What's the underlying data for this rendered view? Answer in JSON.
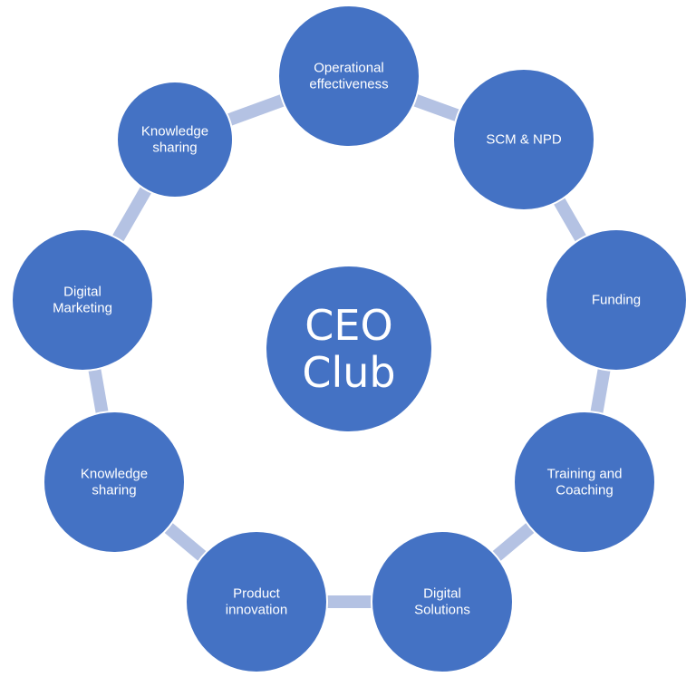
{
  "center": {
    "lines": [
      "CEO",
      "Club"
    ]
  },
  "nodes": [
    {
      "lines": [
        "Operational",
        "effectiveness"
      ]
    },
    {
      "lines": [
        "SCM & NPD"
      ]
    },
    {
      "lines": [
        "Funding"
      ]
    },
    {
      "lines": [
        "Training and",
        "Coaching"
      ]
    },
    {
      "lines": [
        "Digital",
        "Solutions"
      ]
    },
    {
      "lines": [
        "Product",
        "innovation"
      ]
    },
    {
      "lines": [
        "Knowledge",
        "sharing"
      ]
    },
    {
      "lines": [
        "Digital",
        "Marketing"
      ]
    },
    {
      "lines": [
        "Knowledge",
        "sharing"
      ]
    }
  ],
  "colors": {
    "node_fill": "#4472c4",
    "node_stroke": "#ffffff",
    "ring": "#b4c2e3",
    "text": "#ffffff"
  }
}
